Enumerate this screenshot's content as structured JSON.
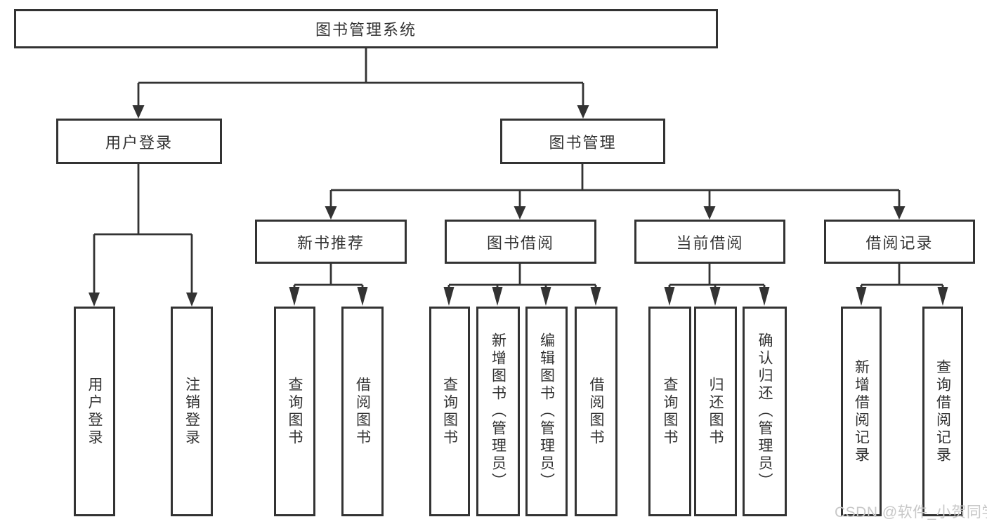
{
  "diagram_title": "图书管理系统",
  "tree": {
    "root": {
      "label": "图书管理系统"
    },
    "branches": [
      {
        "label": "用户登录",
        "children": [
          {
            "label": "用户登录"
          },
          {
            "label": "注销登录"
          }
        ]
      },
      {
        "label": "图书管理",
        "children": [
          {
            "label": "新书推荐",
            "children": [
              {
                "label": "查询图书"
              },
              {
                "label": "借阅图书"
              }
            ]
          },
          {
            "label": "图书借阅",
            "children": [
              {
                "label": "查询图书"
              },
              {
                "label": "新增图书（管理员）"
              },
              {
                "label": "编辑图书（管理员）"
              },
              {
                "label": "借阅图书"
              }
            ]
          },
          {
            "label": "当前借阅",
            "children": [
              {
                "label": "查询图书"
              },
              {
                "label": "归还图书"
              },
              {
                "label": "确认归还（管理员）"
              }
            ]
          },
          {
            "label": "借阅记录",
            "children": [
              {
                "label": "新增借阅记录"
              },
              {
                "label": "查询借阅记录"
              }
            ]
          }
        ]
      }
    ]
  },
  "watermark": {
    "text": "CSDN @软件_小贺同学"
  },
  "colors": {
    "line": "#333333",
    "text": "#333333",
    "watermark": "#c8c8c8",
    "background": "#ffffff"
  }
}
